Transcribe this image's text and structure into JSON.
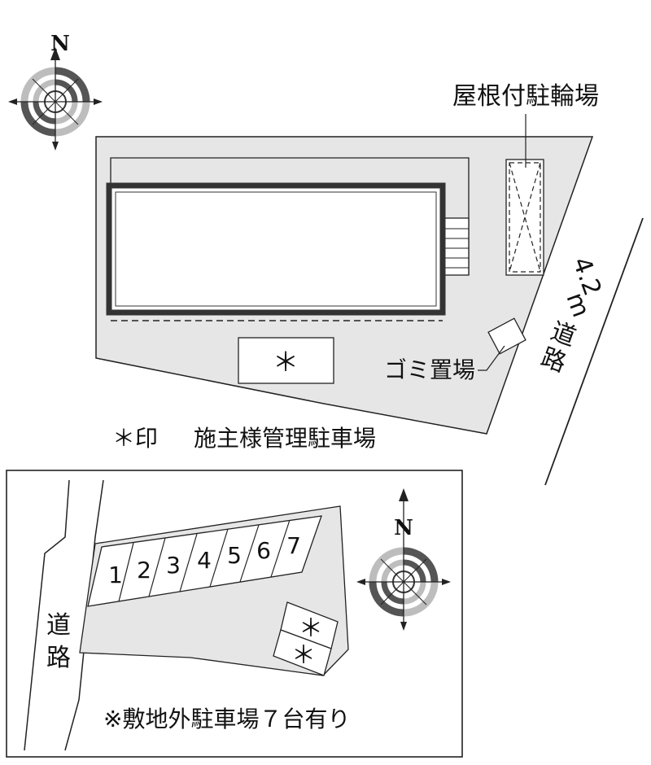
{
  "main_plan": {
    "bike_parking_label": "屋根付駐輪場",
    "road_width_label": "4.2",
    "road_unit_label": "m",
    "road_label_1": "道",
    "road_label_2": "路",
    "garbage_label": "ゴミ置場",
    "owner_parking_mark": "＊",
    "legend_mark": "＊印",
    "legend_text": "施主様管理駐車場"
  },
  "inset_plan": {
    "road_label_1": "道",
    "road_label_2": "路",
    "space_numbers": [
      "1",
      "2",
      "3",
      "4",
      "5",
      "6",
      "7"
    ],
    "owner_mark_1": "＊",
    "owner_mark_2": "＊",
    "note": "※敷地外駐車場７台有り"
  },
  "compass": {
    "north_label": "N"
  },
  "colors": {
    "site_fill": "#e6e6e6",
    "line": "#222222",
    "building_border": "#333333",
    "compass_dark": "#555555",
    "compass_light": "#bdbdbd"
  }
}
